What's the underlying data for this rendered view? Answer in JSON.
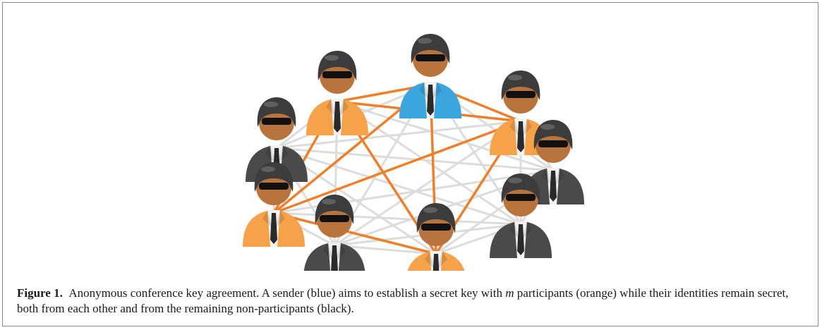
{
  "figure": {
    "colors": {
      "sender": "#3aa6dd",
      "participant": "#f6a24a",
      "non_participant": "#4a4a4a",
      "orange_link": "#ee7f2b",
      "grey_link": "#dcdcdc"
    },
    "icons": {
      "sender": "blue-person-icon",
      "participant": "orange-person-icon",
      "non_participant": "black-person-icon"
    }
  },
  "caption": {
    "label": "Figure 1.",
    "text_1": "Anonymous conference key agreement. A sender (blue) aims to establish a secret key with",
    "var_m": "m",
    "text_2": "participants (orange) while their identities remain secret, both from each other and from the remaining non-participants (black)."
  }
}
